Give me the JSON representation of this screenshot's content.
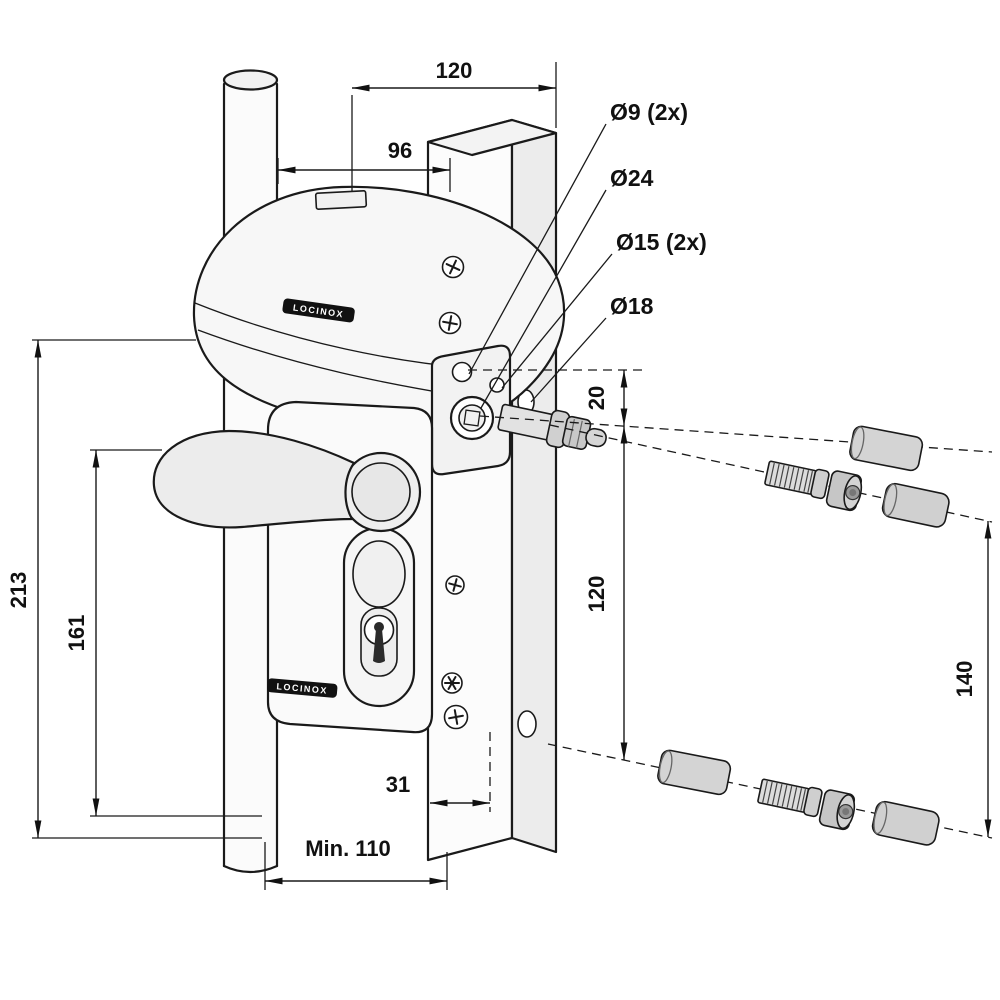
{
  "dims": {
    "w120": "120",
    "w96": "96",
    "h213": "213",
    "h161": "161",
    "v20": "20",
    "v120": "120",
    "v140": "140",
    "d31": "31",
    "min110": "Min. 110"
  },
  "callouts": {
    "d9": "Ø9 (2x)",
    "d24": "Ø24",
    "d15": "Ø15 (2x)",
    "d18": "Ø18"
  },
  "brand": {
    "label": "LOCINOX"
  }
}
